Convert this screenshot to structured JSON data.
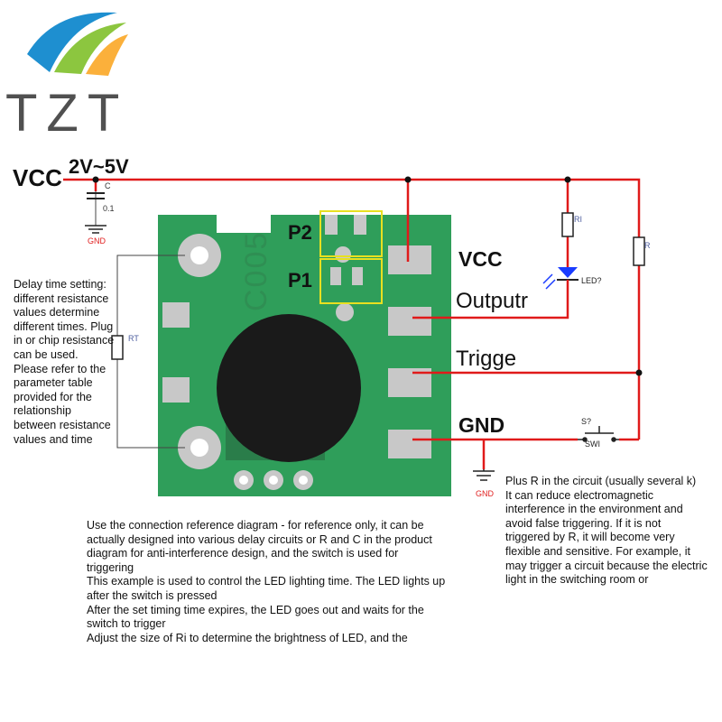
{
  "logo": {
    "text": "TZT",
    "colors": [
      "#1e8fd0",
      "#8cc63f",
      "#fbb03b"
    ]
  },
  "labels": {
    "vcc_main": "VCC",
    "voltage": "2V~5V",
    "pin_vcc": "VCC",
    "pin_output": "Outputr",
    "pin_trigger": "Trigge",
    "pin_gnd": "GND",
    "p2": "P2",
    "p1": "P1",
    "chip_marking": "C005"
  },
  "components": {
    "capacitor_label": "C",
    "capacitor_value": "0.1",
    "gnd_label": "GND",
    "gnd_label_2": "GND",
    "rt_label": "RT",
    "ri_label": "RI",
    "r_label": "R",
    "led_label": "LED?",
    "switch_label": "S?",
    "switch_name": "SWI"
  },
  "notes": {
    "delay": "Delay time setting: different resistance values determine different times. Plug in or chip resistance can be used. Please refer to the parameter table provided for the relationship between resistance values and time",
    "plus_r": "Plus R in the circuit (usually several k)\nIt can reduce electromagnetic interference in the environment and avoid false triggering. If it is not triggered by R, it will become very flexible and sensitive. For example, it may trigger a circuit because the electric light in the switching room or",
    "connection": "Use the connection reference diagram - for reference only, it can be actually designed into various delay circuits or R and C in the product diagram for anti-interference design, and the switch is used for triggering\nThis example is used to control the LED lighting time. The LED lights up after the switch is pressed\nAfter the set timing time expires, the LED goes out and waits for the switch to trigger\nAdjust the size of Ri to determine the brightness of LED, and the"
  },
  "colors": {
    "wire": "#e01a1a",
    "pcb": "#2f9e5a",
    "pcb_dark": "#1f7a40",
    "pad": "#c8c8c8",
    "chip": "#1a1a1a",
    "highlight": "#e8e020",
    "led": "#1a3cff"
  }
}
